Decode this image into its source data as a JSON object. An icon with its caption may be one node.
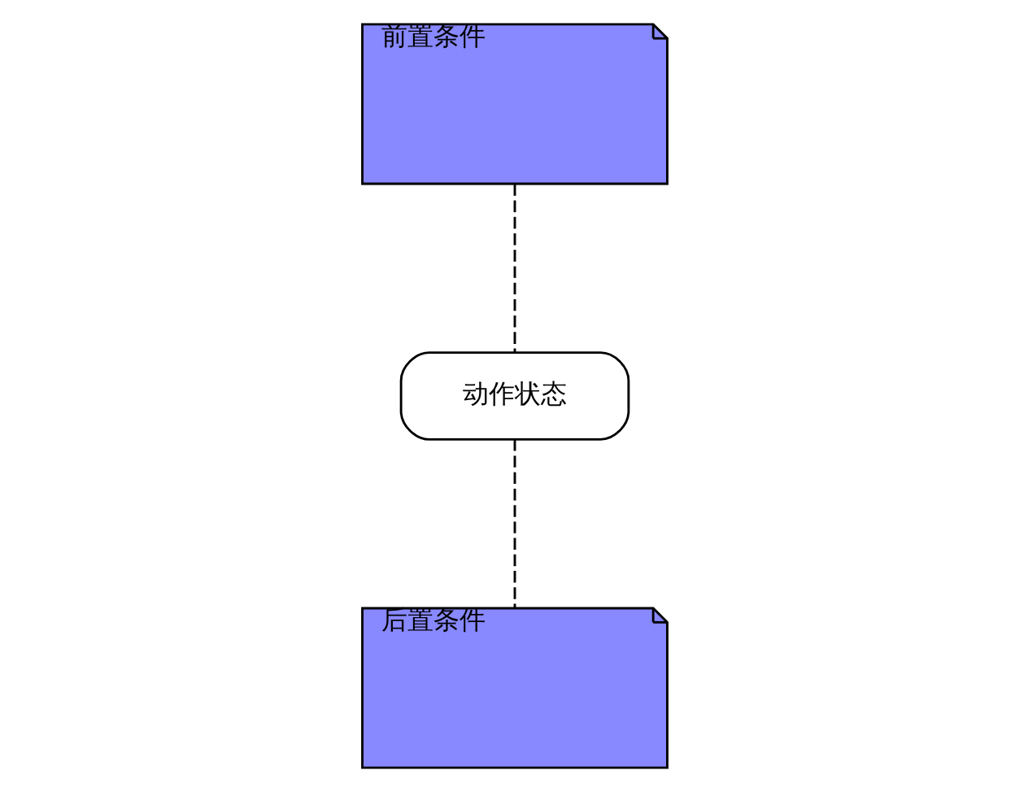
{
  "diagram": {
    "nodes": [
      {
        "text": [
          "前置条件"
        ]
      },
      {
        "text": [
          "动作状态"
        ]
      },
      {
        "text": [
          "后置条件"
        ]
      }
    ],
    "edges": [
      {
        "from": 0,
        "to": 1,
        "arrow": "none",
        "style": "dashed"
      },
      {
        "from": 1,
        "to": 2,
        "arrow": "none",
        "style": "dashed"
      }
    ]
  }
}
